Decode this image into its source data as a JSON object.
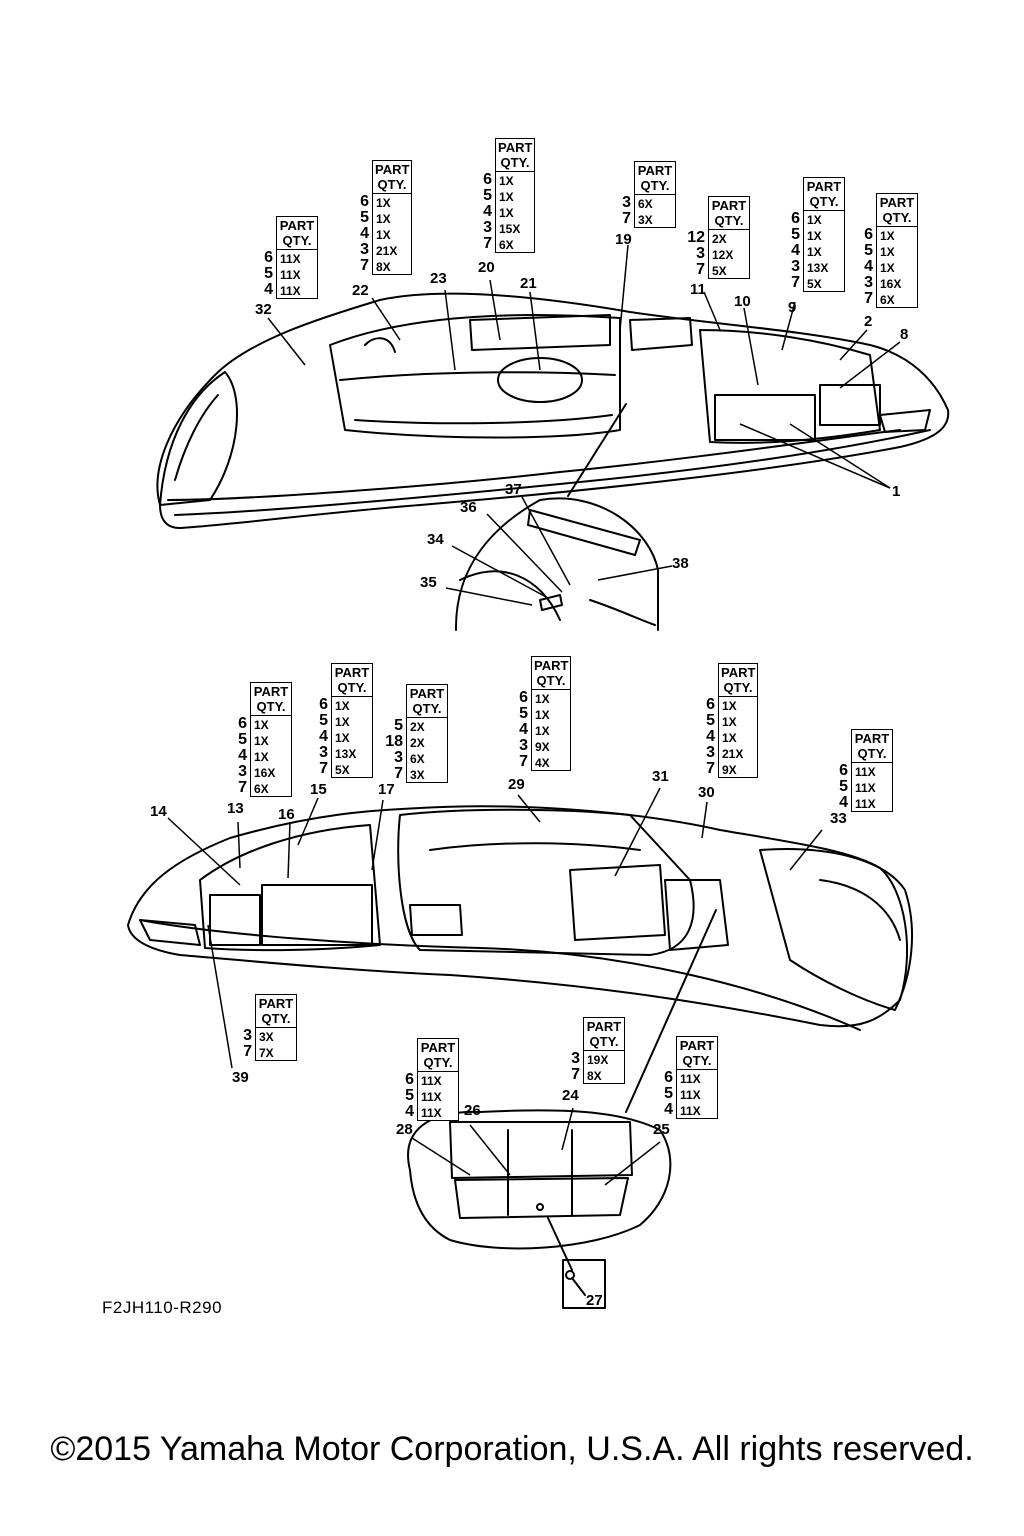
{
  "diagram": {
    "code": "F2JH110-R290",
    "copyright": "©2015 Yamaha Motor Corporation, U.S.A. All rights reserved.",
    "qty_header": [
      "PART",
      "QTY."
    ],
    "qty_boxes": [
      {
        "id": "b1",
        "rows": [
          [
            "6",
            "11X"
          ],
          [
            "5",
            "11X"
          ],
          [
            "4",
            "11X"
          ]
        ]
      },
      {
        "id": "b2",
        "rows": [
          [
            "6",
            "1X"
          ],
          [
            "5",
            "1X"
          ],
          [
            "4",
            "1X"
          ],
          [
            "3",
            "21X"
          ],
          [
            "7",
            "8X"
          ]
        ]
      },
      {
        "id": "b3",
        "rows": [
          [
            "6",
            "1X"
          ],
          [
            "5",
            "1X"
          ],
          [
            "4",
            "1X"
          ],
          [
            "3",
            "15X"
          ],
          [
            "7",
            "6X"
          ]
        ]
      },
      {
        "id": "b4",
        "rows": [
          [
            "3",
            "6X"
          ],
          [
            "7",
            "3X"
          ]
        ]
      },
      {
        "id": "b5",
        "rows": [
          [
            "12",
            "2X"
          ],
          [
            "3",
            "12X"
          ],
          [
            "7",
            "5X"
          ]
        ]
      },
      {
        "id": "b6",
        "rows": [
          [
            "6",
            "1X"
          ],
          [
            "5",
            "1X"
          ],
          [
            "4",
            "1X"
          ],
          [
            "3",
            "13X"
          ],
          [
            "7",
            "5X"
          ]
        ]
      },
      {
        "id": "b7",
        "rows": [
          [
            "6",
            "1X"
          ],
          [
            "5",
            "1X"
          ],
          [
            "4",
            "1X"
          ],
          [
            "3",
            "16X"
          ],
          [
            "7",
            "6X"
          ]
        ]
      },
      {
        "id": "b8",
        "rows": [
          [
            "6",
            "1X"
          ],
          [
            "5",
            "1X"
          ],
          [
            "4",
            "1X"
          ],
          [
            "3",
            "16X"
          ],
          [
            "7",
            "6X"
          ]
        ]
      },
      {
        "id": "b9",
        "rows": [
          [
            "6",
            "1X"
          ],
          [
            "5",
            "1X"
          ],
          [
            "4",
            "1X"
          ],
          [
            "3",
            "13X"
          ],
          [
            "7",
            "5X"
          ]
        ]
      },
      {
        "id": "b10",
        "rows": [
          [
            "5",
            "2X"
          ],
          [
            "18",
            "2X"
          ],
          [
            "3",
            "6X"
          ],
          [
            "7",
            "3X"
          ]
        ]
      },
      {
        "id": "b11",
        "rows": [
          [
            "6",
            "1X"
          ],
          [
            "5",
            "1X"
          ],
          [
            "4",
            "1X"
          ],
          [
            "3",
            "9X"
          ],
          [
            "7",
            "4X"
          ]
        ]
      },
      {
        "id": "b12",
        "rows": [
          [
            "6",
            "1X"
          ],
          [
            "5",
            "1X"
          ],
          [
            "4",
            "1X"
          ],
          [
            "3",
            "21X"
          ],
          [
            "7",
            "9X"
          ]
        ]
      },
      {
        "id": "b13",
        "rows": [
          [
            "6",
            "11X"
          ],
          [
            "5",
            "11X"
          ],
          [
            "4",
            "11X"
          ]
        ]
      },
      {
        "id": "b14",
        "rows": [
          [
            "3",
            "3X"
          ],
          [
            "7",
            "7X"
          ]
        ]
      },
      {
        "id": "b15",
        "rows": [
          [
            "6",
            "11X"
          ],
          [
            "5",
            "11X"
          ],
          [
            "4",
            "11X"
          ]
        ]
      },
      {
        "id": "b16",
        "rows": [
          [
            "3",
            "19X"
          ],
          [
            "7",
            "8X"
          ]
        ]
      },
      {
        "id": "b17",
        "rows": [
          [
            "6",
            "11X"
          ],
          [
            "5",
            "11X"
          ],
          [
            "4",
            "11X"
          ]
        ]
      }
    ],
    "callouts": [
      "1",
      "2",
      "8",
      "9",
      "10",
      "11",
      "19",
      "20",
      "21",
      "22",
      "23",
      "32",
      "34",
      "35",
      "36",
      "37",
      "38",
      "13",
      "14",
      "15",
      "16",
      "17",
      "29",
      "30",
      "31",
      "33",
      "39",
      "24",
      "25",
      "26",
      "27",
      "28"
    ]
  }
}
